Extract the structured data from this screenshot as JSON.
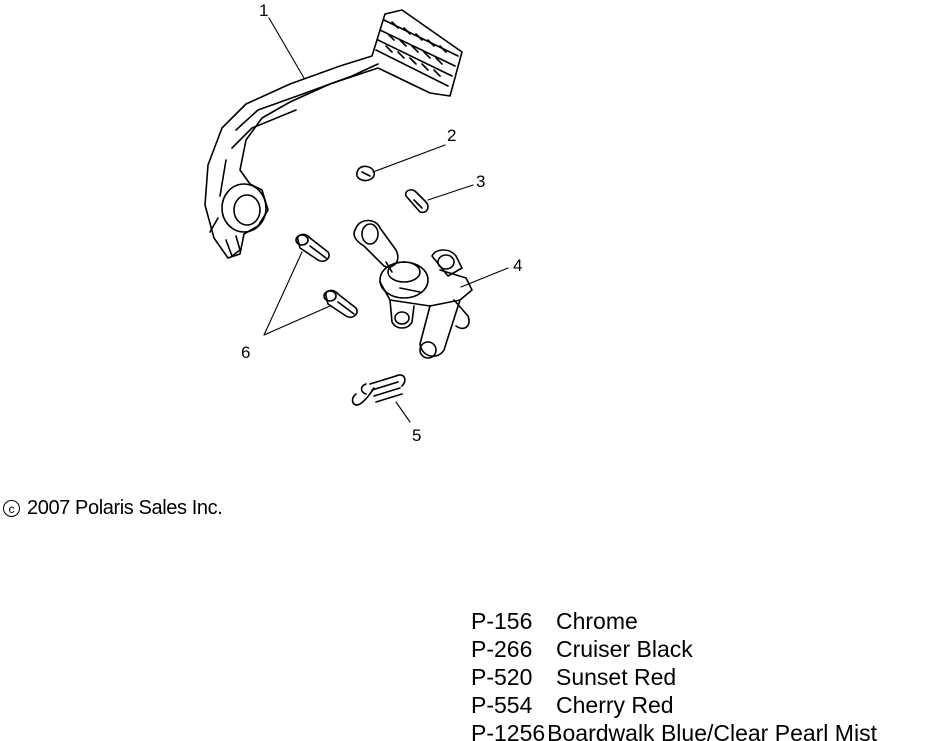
{
  "callouts": [
    {
      "label": "1"
    },
    {
      "label": "2"
    },
    {
      "label": "3"
    },
    {
      "label": "4"
    },
    {
      "label": "5"
    },
    {
      "label": "6"
    }
  ],
  "copyright": {
    "symbol": "c",
    "text": "2007 Polaris Sales Inc."
  },
  "color_codes": [
    {
      "code": "P-156",
      "name": "Chrome"
    },
    {
      "code": "P-266",
      "name": "Cruiser Black"
    },
    {
      "code": "P-520",
      "name": "Sunset Red"
    },
    {
      "code": "P-554",
      "name": "Cherry Red"
    },
    {
      "code": "P-1256",
      "name": "Boardwalk Blue/Clear Pearl Mist"
    }
  ]
}
